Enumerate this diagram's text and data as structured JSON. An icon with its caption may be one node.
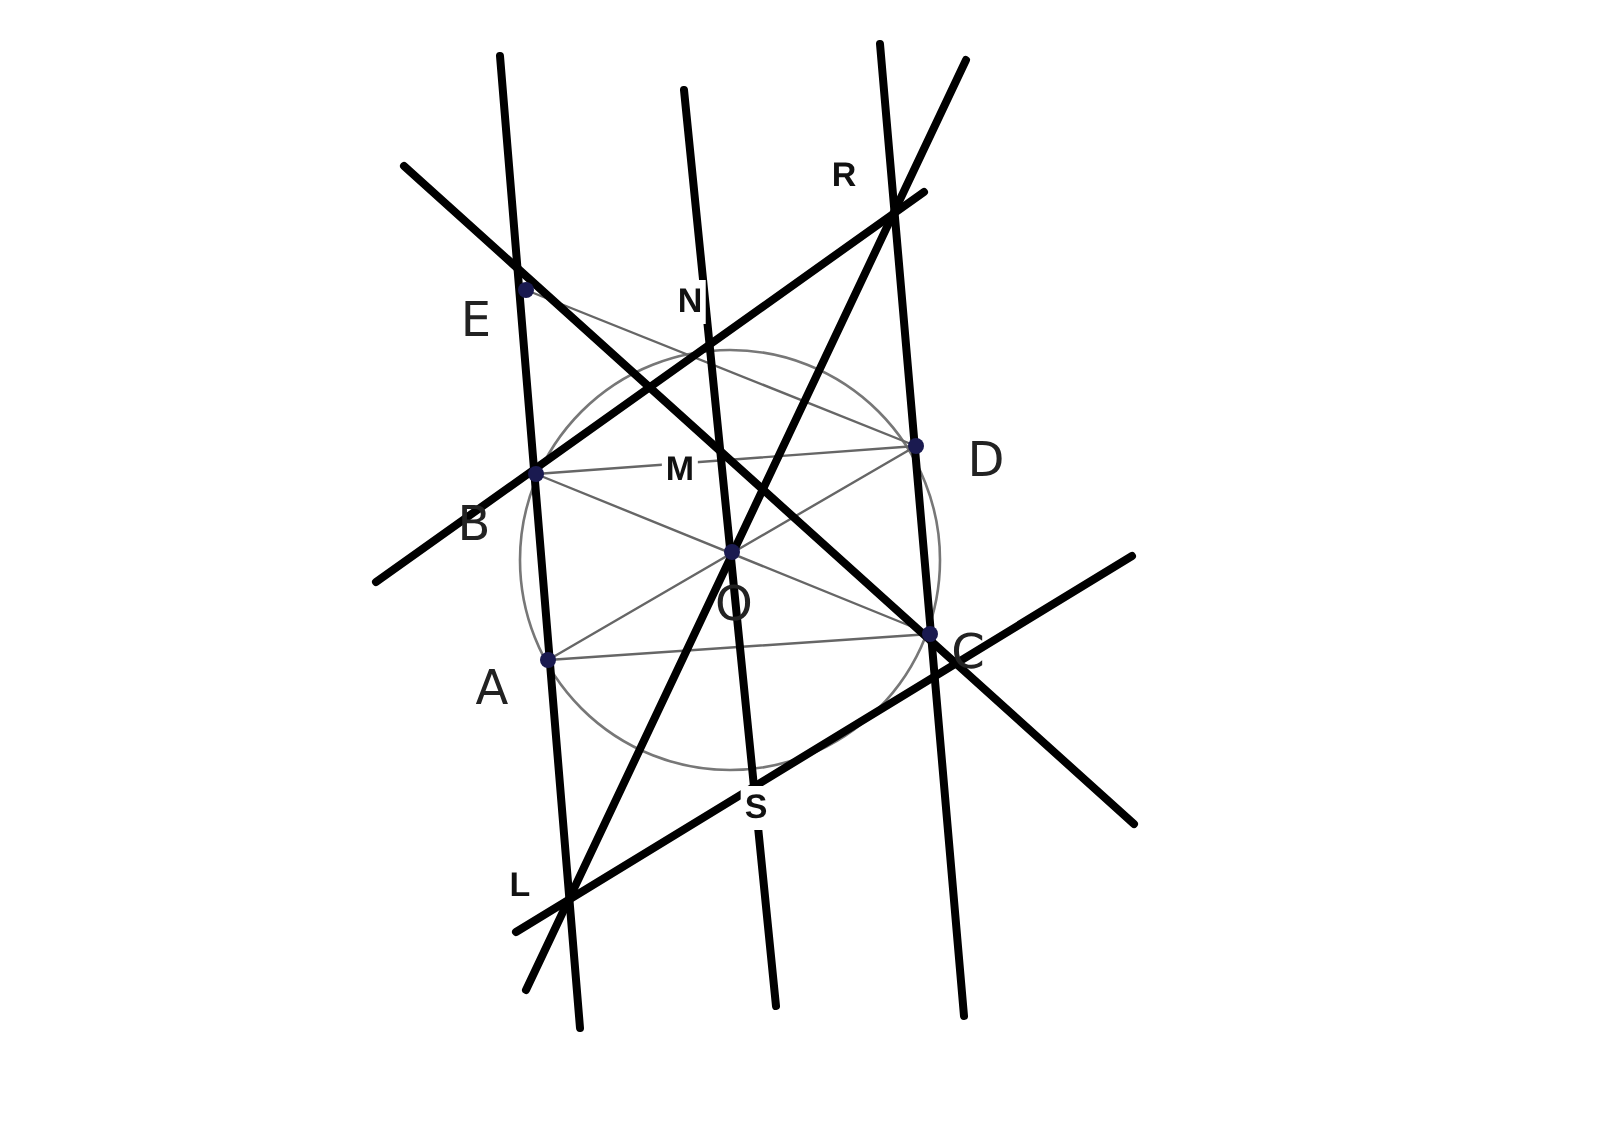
{
  "diagram": {
    "labels": [
      "R",
      "N",
      "E",
      "M",
      "D",
      "B",
      "O",
      "A",
      "C",
      "S",
      "L"
    ]
  }
}
